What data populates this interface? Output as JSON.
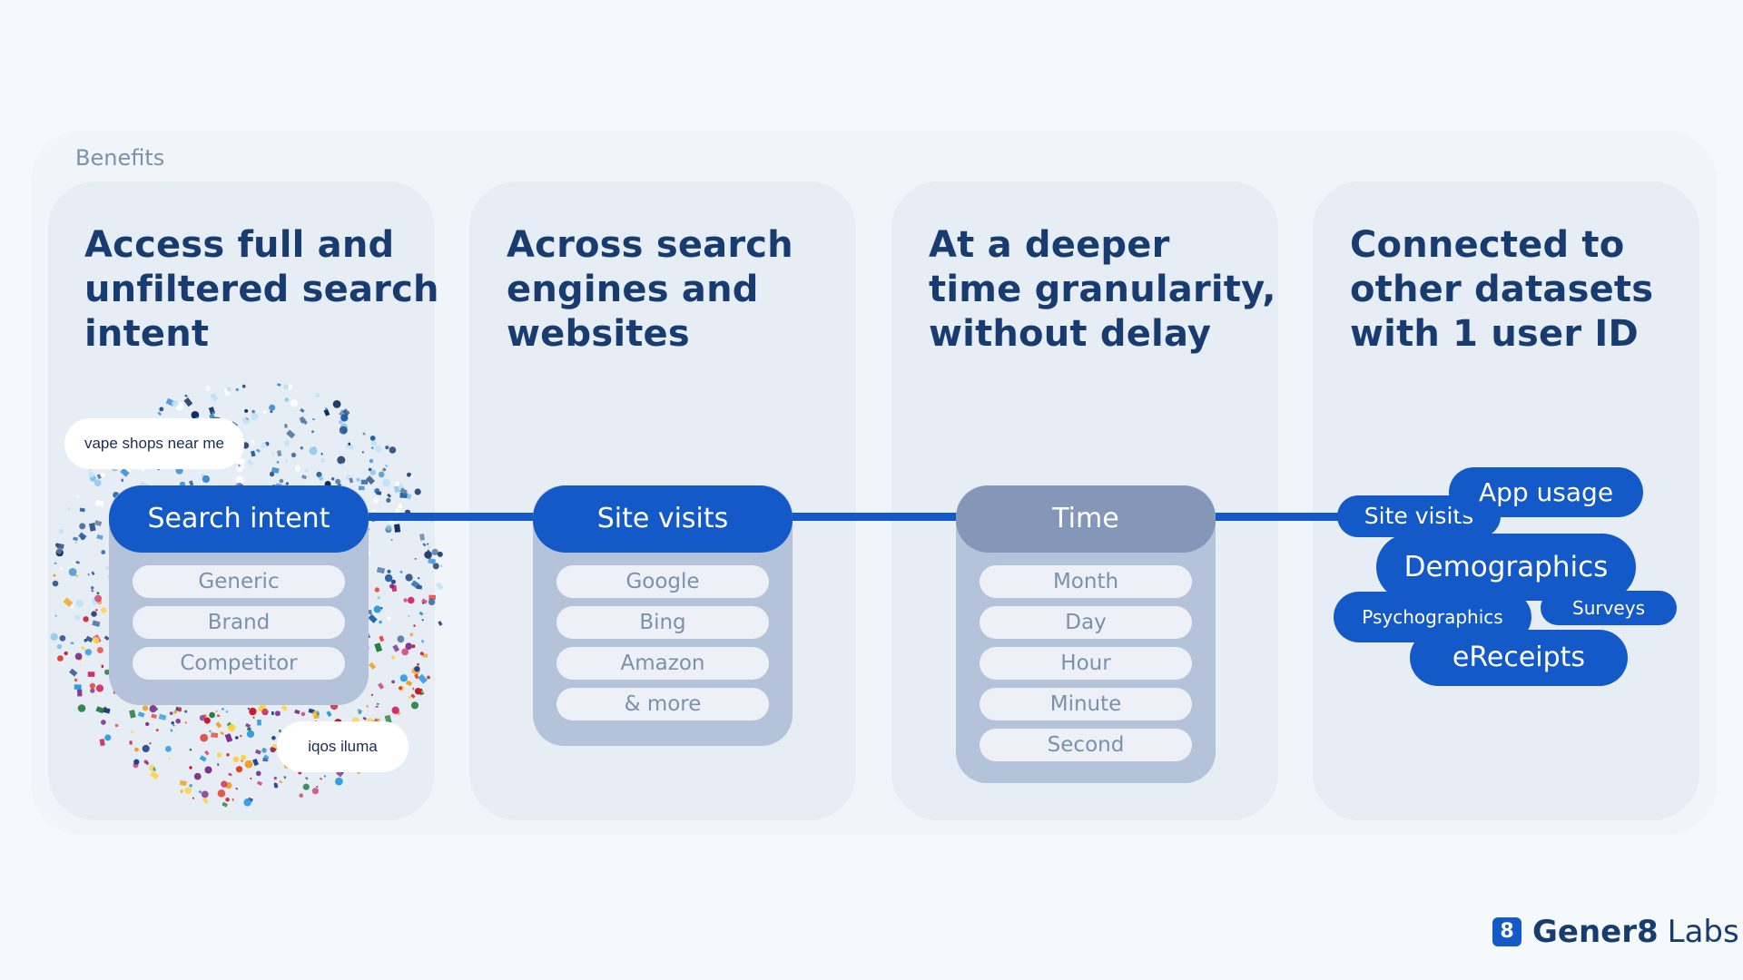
{
  "section_label": "Benefits",
  "cards": [
    {
      "title_lines": [
        "Access full and",
        "unfiltered search",
        "intent"
      ]
    },
    {
      "title_lines": [
        "Across search",
        "engines and",
        "websites"
      ]
    },
    {
      "title_lines": [
        "At a deeper",
        "time granularity,",
        "without delay"
      ]
    },
    {
      "title_lines": [
        "Connected to",
        "other datasets",
        "with 1 user ID"
      ]
    }
  ],
  "stacks": {
    "search": {
      "header": "Search intent",
      "items": [
        "Generic",
        "Brand",
        "Competitor"
      ]
    },
    "site": {
      "header": "Site visits",
      "items": [
        "Google",
        "Bing",
        "Amazon",
        "& more"
      ]
    },
    "time": {
      "header": "Time",
      "items": [
        "Month",
        "Day",
        "Hour",
        "Minute",
        "Second"
      ]
    }
  },
  "bubbles": {
    "query1": "vape shops near me",
    "query2": "iqos iluma"
  },
  "datasets": {
    "app_usage": "App usage",
    "site_visits": "Site visits",
    "demographics": "Demographics",
    "psychographics": "Psychographics",
    "surveys": "Surveys",
    "ereceipts": "eReceipts"
  },
  "brand": {
    "badge": "8",
    "name": "Gener8",
    "suffix": "Labs"
  },
  "colors": {
    "accent": "#1459c8",
    "title": "#193c70",
    "muted": "#8597b8",
    "panel": "#e7edf4"
  }
}
